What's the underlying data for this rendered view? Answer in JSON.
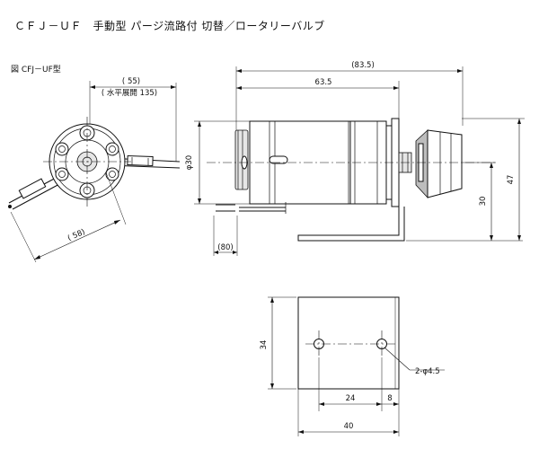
{
  "header": {
    "title": "ＣＦＪ－ＵＦ　手動型 パージ流路付 切替／ロータリーバルブ",
    "figure_label": "図 CFJ－UF型"
  },
  "dimensions": {
    "front_width": "( 55)",
    "front_horizontal": "( 水平展開 135)",
    "front_diagonal": "( 58)",
    "overall_length": "(83.5)",
    "body_length": "63.5",
    "body_dia": "φ30",
    "pipe_dim": "(80)",
    "shaft_height": "30",
    "total_height": "47",
    "bracket_height": "34",
    "hole_pitch": "24",
    "hole_edge": "8",
    "bracket_width": "40",
    "hole_label": "2-φ4.5"
  }
}
